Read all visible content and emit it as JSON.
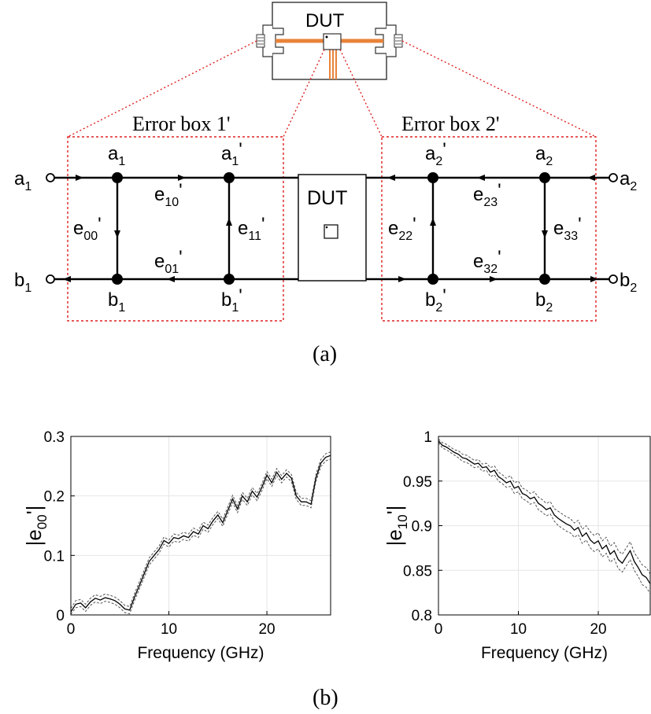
{
  "fixture": {
    "title": "DUT"
  },
  "error_boxes": {
    "box1": "Error box 1'",
    "box2": "Error box 2'"
  },
  "dut_block": {
    "label": "DUT"
  },
  "nodes": {
    "a1": {
      "base": "a",
      "sub": "1",
      "prime": ""
    },
    "a1p": {
      "base": "a",
      "sub": "1",
      "prime": "'"
    },
    "b1": {
      "base": "b",
      "sub": "1",
      "prime": ""
    },
    "b1p": {
      "base": "b",
      "sub": "1",
      "prime": "'"
    },
    "a2p": {
      "base": "a",
      "sub": "2",
      "prime": "'"
    },
    "a2": {
      "base": "a",
      "sub": "2",
      "prime": ""
    },
    "b2p": {
      "base": "b",
      "sub": "2",
      "prime": "'"
    },
    "b2": {
      "base": "b",
      "sub": "2",
      "prime": ""
    },
    "port_a1": {
      "base": "a",
      "sub": "1",
      "prime": ""
    },
    "port_b1": {
      "base": "b",
      "sub": "1",
      "prime": ""
    },
    "port_a2": {
      "base": "a",
      "sub": "2",
      "prime": ""
    },
    "port_b2": {
      "base": "b",
      "sub": "2",
      "prime": ""
    }
  },
  "edges": {
    "e10": {
      "base": "e",
      "sub": "10",
      "prime": "'"
    },
    "e00": {
      "base": "e",
      "sub": "00",
      "prime": "'"
    },
    "e11": {
      "base": "e",
      "sub": "11",
      "prime": "'"
    },
    "e01": {
      "base": "e",
      "sub": "01",
      "prime": "'"
    },
    "e23": {
      "base": "e",
      "sub": "23",
      "prime": "'"
    },
    "e22": {
      "base": "e",
      "sub": "22",
      "prime": "'"
    },
    "e33": {
      "base": "e",
      "sub": "33",
      "prime": "'"
    },
    "e32": {
      "base": "e",
      "sub": "32",
      "prime": "'"
    }
  },
  "captions": {
    "a": "(a)",
    "b": "(b)"
  },
  "colors": {
    "fixture_trace": "#e8833a",
    "error_box_border": "#e02020",
    "curve": "#000000",
    "band": "#555555",
    "grid": "#e6e6e6"
  },
  "chart_data": [
    {
      "type": "line",
      "title": "",
      "xlabel": "Frequency (GHz)",
      "ylabel": {
        "base": "|e",
        "sub": "00",
        "prime": "'|"
      },
      "xlim": [
        0,
        26.5
      ],
      "ylim": [
        0,
        0.3
      ],
      "xticks": [
        "0",
        "10",
        "20"
      ],
      "yticks": [
        "0",
        "0.1",
        "0.2",
        "0.3"
      ],
      "grid": true,
      "series": [
        {
          "role": "mean",
          "style": "solid",
          "x": [
            0,
            0.5,
            1,
            1.5,
            2,
            2.5,
            3,
            3.5,
            4,
            4.5,
            5,
            5.5,
            6,
            6.5,
            7,
            7.5,
            8,
            8.5,
            9,
            9.5,
            10,
            10.5,
            11,
            11.5,
            12,
            12.5,
            13,
            13.5,
            14,
            14.5,
            15,
            15.5,
            16,
            16.5,
            17,
            17.5,
            18,
            18.5,
            19,
            19.5,
            20,
            20.5,
            21,
            21.5,
            22,
            22.5,
            23,
            23.5,
            24,
            24.5,
            25,
            25.5,
            26,
            26.5
          ],
          "y": [
            0.005,
            0.018,
            0.02,
            0.012,
            0.022,
            0.028,
            0.025,
            0.029,
            0.027,
            0.024,
            0.018,
            0.01,
            0.008,
            0.03,
            0.05,
            0.07,
            0.09,
            0.1,
            0.11,
            0.125,
            0.12,
            0.13,
            0.128,
            0.133,
            0.13,
            0.14,
            0.136,
            0.15,
            0.145,
            0.158,
            0.168,
            0.155,
            0.175,
            0.195,
            0.178,
            0.2,
            0.19,
            0.208,
            0.198,
            0.215,
            0.235,
            0.222,
            0.24,
            0.228,
            0.238,
            0.23,
            0.2,
            0.19,
            0.19,
            0.186,
            0.23,
            0.255,
            0.265,
            0.268
          ]
        },
        {
          "role": "upper",
          "style": "dashed",
          "x": [
            0,
            0.5,
            1,
            1.5,
            2,
            2.5,
            3,
            3.5,
            4,
            4.5,
            5,
            5.5,
            6,
            6.5,
            7,
            7.5,
            8,
            8.5,
            9,
            9.5,
            10,
            10.5,
            11,
            11.5,
            12,
            12.5,
            13,
            13.5,
            14,
            14.5,
            15,
            15.5,
            16,
            16.5,
            17,
            17.5,
            18,
            18.5,
            19,
            19.5,
            20,
            20.5,
            21,
            21.5,
            22,
            22.5,
            23,
            23.5,
            24,
            24.5,
            25,
            25.5,
            26,
            26.5
          ],
          "y": [
            0.011,
            0.024,
            0.026,
            0.018,
            0.028,
            0.034,
            0.031,
            0.035,
            0.033,
            0.03,
            0.024,
            0.016,
            0.014,
            0.036,
            0.056,
            0.076,
            0.096,
            0.106,
            0.116,
            0.131,
            0.126,
            0.136,
            0.134,
            0.139,
            0.136,
            0.146,
            0.142,
            0.156,
            0.151,
            0.164,
            0.174,
            0.161,
            0.181,
            0.201,
            0.184,
            0.206,
            0.196,
            0.214,
            0.204,
            0.221,
            0.241,
            0.228,
            0.246,
            0.234,
            0.244,
            0.236,
            0.206,
            0.196,
            0.196,
            0.192,
            0.236,
            0.261,
            0.271,
            0.274
          ]
        },
        {
          "role": "lower",
          "style": "dashed",
          "x": [
            0,
            0.5,
            1,
            1.5,
            2,
            2.5,
            3,
            3.5,
            4,
            4.5,
            5,
            5.5,
            6,
            6.5,
            7,
            7.5,
            8,
            8.5,
            9,
            9.5,
            10,
            10.5,
            11,
            11.5,
            12,
            12.5,
            13,
            13.5,
            14,
            14.5,
            15,
            15.5,
            16,
            16.5,
            17,
            17.5,
            18,
            18.5,
            19,
            19.5,
            20,
            20.5,
            21,
            21.5,
            22,
            22.5,
            23,
            23.5,
            24,
            24.5,
            25,
            25.5,
            26,
            26.5
          ],
          "y": [
            0.001,
            0.012,
            0.014,
            0.006,
            0.016,
            0.022,
            0.019,
            0.023,
            0.021,
            0.018,
            0.012,
            0.004,
            0.002,
            0.024,
            0.044,
            0.064,
            0.084,
            0.094,
            0.104,
            0.119,
            0.114,
            0.124,
            0.122,
            0.127,
            0.124,
            0.134,
            0.13,
            0.144,
            0.139,
            0.152,
            0.162,
            0.149,
            0.169,
            0.189,
            0.172,
            0.194,
            0.184,
            0.202,
            0.192,
            0.209,
            0.229,
            0.216,
            0.234,
            0.222,
            0.232,
            0.224,
            0.194,
            0.184,
            0.184,
            0.18,
            0.224,
            0.249,
            0.259,
            0.262
          ]
        }
      ]
    },
    {
      "type": "line",
      "title": "",
      "xlabel": "Frequency (GHz)",
      "ylabel": {
        "base": "|e",
        "sub": "10",
        "prime": "'|"
      },
      "xlim": [
        0,
        26.5
      ],
      "ylim": [
        0.8,
        1
      ],
      "xticks": [
        "0",
        "10",
        "20"
      ],
      "yticks": [
        "0.8",
        "0.85",
        "0.9",
        "0.95",
        "1"
      ],
      "grid": true,
      "series": [
        {
          "role": "mean",
          "style": "solid",
          "x": [
            0,
            0.5,
            1,
            1.5,
            2,
            2.5,
            3,
            3.5,
            4,
            4.5,
            5,
            5.5,
            6,
            6.5,
            7,
            7.5,
            8,
            8.5,
            9,
            9.5,
            10,
            10.5,
            11,
            11.5,
            12,
            12.5,
            13,
            13.5,
            14,
            14.5,
            15,
            15.5,
            16,
            16.5,
            17,
            17.5,
            18,
            18.5,
            19,
            19.5,
            20,
            20.5,
            21,
            21.5,
            22,
            22.5,
            23,
            23.5,
            24,
            24.5,
            25,
            25.5,
            26,
            26.5
          ],
          "y": [
            0.995,
            0.99,
            0.988,
            0.985,
            0.982,
            0.98,
            0.976,
            0.975,
            0.972,
            0.969,
            0.97,
            0.965,
            0.966,
            0.96,
            0.962,
            0.955,
            0.952,
            0.948,
            0.95,
            0.942,
            0.944,
            0.936,
            0.934,
            0.93,
            0.932,
            0.925,
            0.922,
            0.918,
            0.92,
            0.912,
            0.908,
            0.905,
            0.902,
            0.9,
            0.895,
            0.898,
            0.888,
            0.892,
            0.884,
            0.88,
            0.883,
            0.874,
            0.878,
            0.868,
            0.872,
            0.862,
            0.858,
            0.865,
            0.872,
            0.86,
            0.853,
            0.845,
            0.842,
            0.835
          ]
        },
        {
          "role": "upper",
          "style": "dashed",
          "x": [
            0,
            0.5,
            1,
            1.5,
            2,
            2.5,
            3,
            3.5,
            4,
            4.5,
            5,
            5.5,
            6,
            6.5,
            7,
            7.5,
            8,
            8.5,
            9,
            9.5,
            10,
            10.5,
            11,
            11.5,
            12,
            12.5,
            13,
            13.5,
            14,
            14.5,
            15,
            15.5,
            16,
            16.5,
            17,
            17.5,
            18,
            18.5,
            19,
            19.5,
            20,
            20.5,
            21,
            21.5,
            22,
            22.5,
            23,
            23.5,
            24,
            24.5,
            25,
            25.5,
            26,
            26.5
          ],
          "y": [
            0.997,
            0.993,
            0.991,
            0.988,
            0.985,
            0.984,
            0.98,
            0.979,
            0.976,
            0.973,
            0.974,
            0.969,
            0.97,
            0.965,
            0.967,
            0.96,
            0.957,
            0.953,
            0.956,
            0.948,
            0.95,
            0.942,
            0.94,
            0.936,
            0.938,
            0.932,
            0.929,
            0.925,
            0.927,
            0.919,
            0.916,
            0.913,
            0.91,
            0.908,
            0.903,
            0.906,
            0.896,
            0.9,
            0.893,
            0.889,
            0.892,
            0.883,
            0.887,
            0.877,
            0.881,
            0.872,
            0.868,
            0.875,
            0.882,
            0.87,
            0.863,
            0.856,
            0.853,
            0.846
          ]
        },
        {
          "role": "lower",
          "style": "dashed",
          "x": [
            0,
            0.5,
            1,
            1.5,
            2,
            2.5,
            3,
            3.5,
            4,
            4.5,
            5,
            5.5,
            6,
            6.5,
            7,
            7.5,
            8,
            8.5,
            9,
            9.5,
            10,
            10.5,
            11,
            11.5,
            12,
            12.5,
            13,
            13.5,
            14,
            14.5,
            15,
            15.5,
            16,
            16.5,
            17,
            17.5,
            18,
            18.5,
            19,
            19.5,
            20,
            20.5,
            21,
            21.5,
            22,
            22.5,
            23,
            23.5,
            24,
            24.5,
            25,
            25.5,
            26,
            26.5
          ],
          "y": [
            0.993,
            0.987,
            0.985,
            0.982,
            0.979,
            0.976,
            0.972,
            0.971,
            0.968,
            0.965,
            0.966,
            0.961,
            0.962,
            0.955,
            0.957,
            0.95,
            0.947,
            0.943,
            0.944,
            0.936,
            0.938,
            0.93,
            0.928,
            0.924,
            0.926,
            0.918,
            0.915,
            0.911,
            0.913,
            0.905,
            0.9,
            0.897,
            0.894,
            0.892,
            0.887,
            0.89,
            0.88,
            0.884,
            0.875,
            0.871,
            0.874,
            0.865,
            0.869,
            0.859,
            0.863,
            0.852,
            0.848,
            0.855,
            0.862,
            0.85,
            0.843,
            0.834,
            0.831,
            0.824
          ]
        }
      ]
    }
  ]
}
